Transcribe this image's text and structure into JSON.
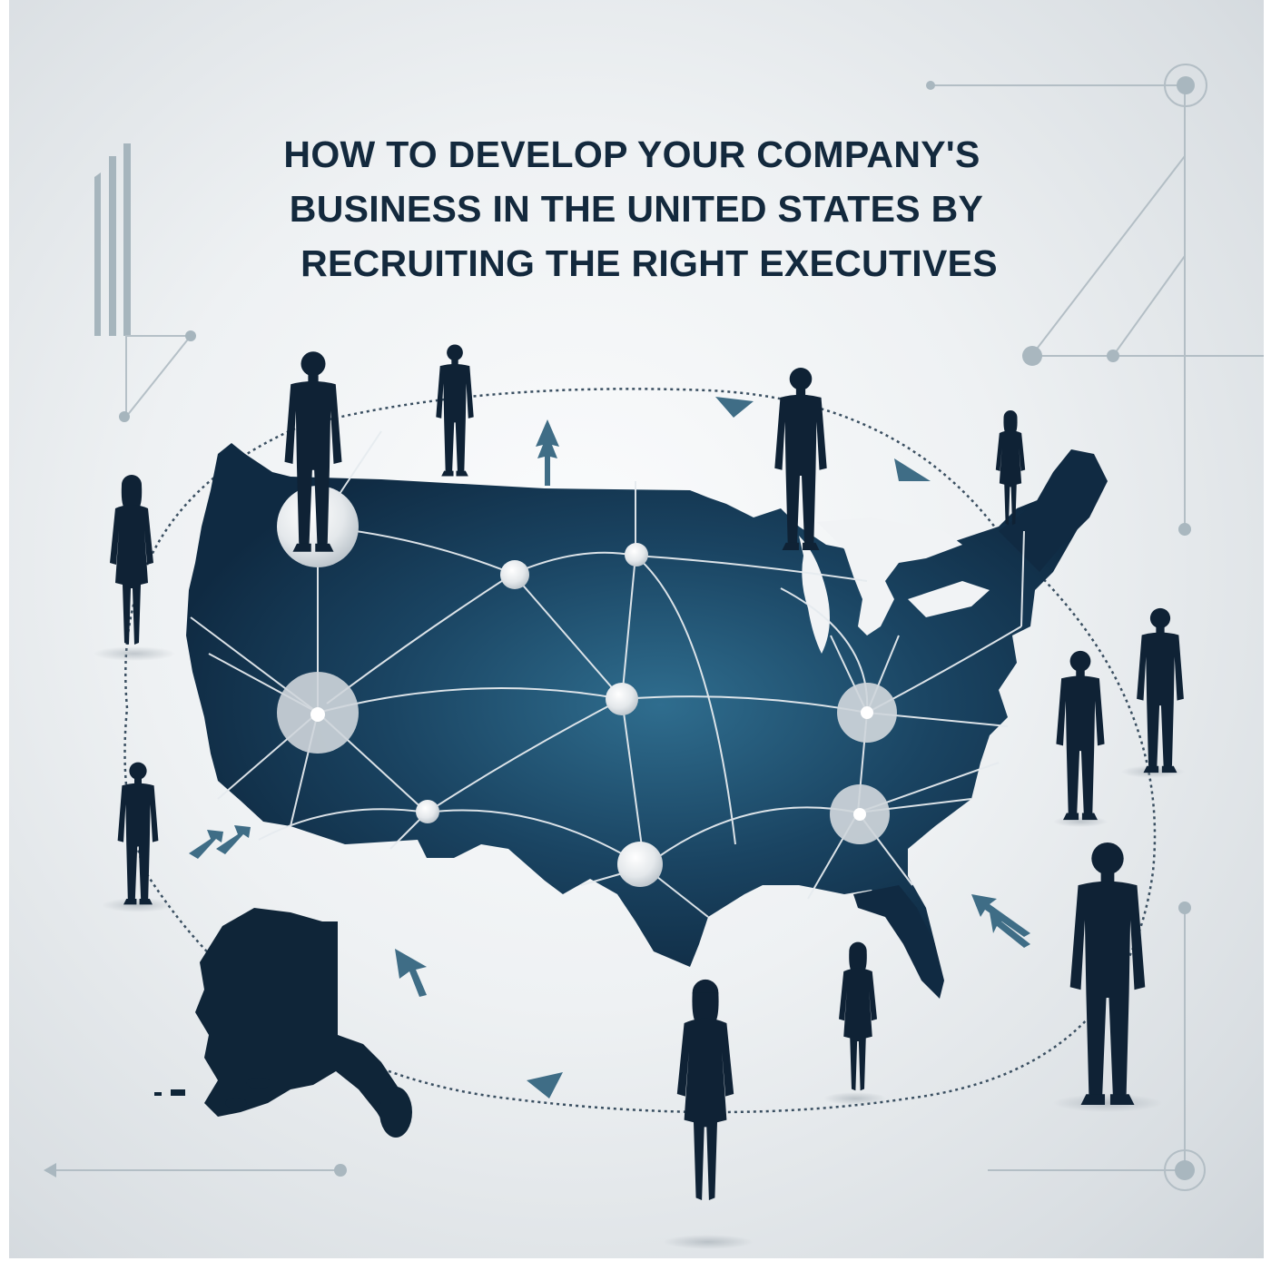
{
  "title": {
    "lines": [
      "HOW TO DEVELOP YOUR COMPANY'S",
      "BUSINESS IN THE UNITED STATES BY",
      "RECRUITING THE RIGHT EXECUTIVES"
    ]
  },
  "colors": {
    "title_text": "#13293d",
    "map_dark": "#102a42",
    "map_light": "#2f6d8e",
    "silhouette": "#0f2235",
    "arrow": "#3f6d86",
    "deco_line": "#a9b6bf",
    "node": "#e8ecef"
  },
  "illustration": {
    "subject": "map of United States with network connections",
    "network_nodes": 10,
    "executive_silhouettes": 12,
    "arrows": 7
  }
}
